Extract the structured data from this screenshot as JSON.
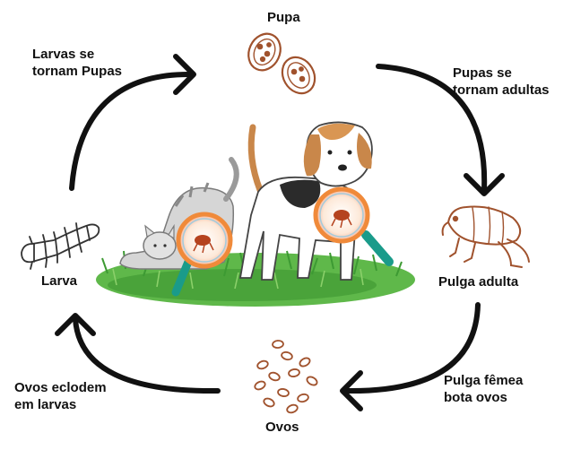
{
  "diagram": {
    "title": "Ciclo de vida da pulga",
    "stages": {
      "pupa": "Pupa",
      "adult": "Pulga adulta",
      "eggs": "Ovos",
      "larva": "Larva"
    },
    "transitions": {
      "larva_to_pupa": [
        "Larvas se",
        "tornam Pupas"
      ],
      "pupa_to_adult": [
        "Pupas se",
        "tornam adultas"
      ],
      "adult_to_eggs": [
        "Pulga fêmea",
        "bota ovos"
      ],
      "eggs_to_larva": [
        "Ovos eclodem",
        "em larvas"
      ]
    },
    "colors": {
      "arrow": "#111111",
      "stage_illustration": "#a0522d",
      "grass": "#4caf50",
      "magnifier_handle": "#1a9b8a",
      "flea_in_lens": "#b5431f"
    },
    "icons": [
      "pupa-icon",
      "flea-adult-icon",
      "eggs-icon",
      "larva-icon",
      "dog-icon",
      "cat-icon",
      "magnifier-icon",
      "grass-icon",
      "cycle-arrow-icon"
    ]
  }
}
